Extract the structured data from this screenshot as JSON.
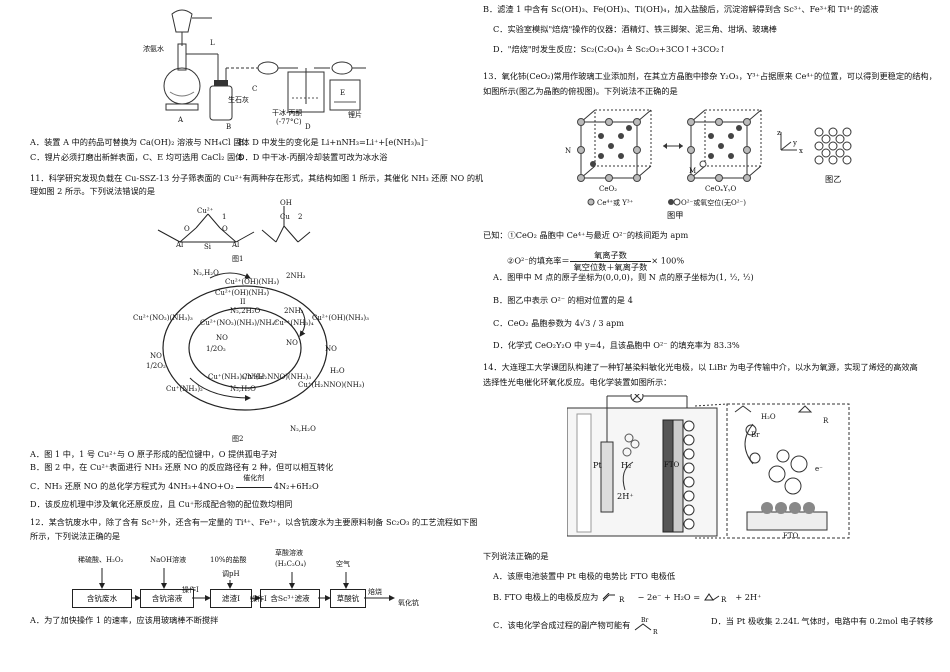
{
  "q10": {
    "fig_labels": {
      "conc_ammonia": "浓氨水",
      "L": "L",
      "A": "A",
      "B": "B",
      "C": "C",
      "D": "D",
      "E": "E",
      "soda_lime": "生石灰",
      "dry_ice": "干冰-丙酮",
      "temp": "(-77°C)",
      "li_foil": "锂片"
    },
    "opt_a": "A．装置 A 中的药品可替换为 Ca(OH)₂ 溶液与 NH₄Cl 固体",
    "opt_b": "B．D 中发生的变化是 Li+nNH₃=Li⁺+[e(NH₃)ₙ]⁻",
    "opt_c": "C．锂片必须打磨出新鲜表面，C、E 均可选用 CaCl₂ 固体",
    "opt_d": "D．D 中干冰-丙酮冷却装置可改为冰水浴"
  },
  "q11": {
    "stem1": "11．科学研究发现负载在 Cu-SSZ-13 分子筛表面的 Cu²⁺有两种存在形式，其结构如图 1 所示，其催化 NH₃ 还原 NO 的机",
    "stem2": "理如图 2 所示。下列说法错误的是",
    "fig1_caption": "图1",
    "fig2_caption": "图2",
    "fig1_labels": {
      "cu": "Cu²⁺",
      "o": "O",
      "o2": "O",
      "al": "Al",
      "si": "Si",
      "al2": "Al",
      "oh": "OH",
      "cu2": "Cu",
      "n1": "1",
      "n2": "2"
    },
    "cycle_labels": {
      "l1": "N₂,H₂O",
      "l2": "Cu²⁺(OH)(NH₃)",
      "l3": "2NH₃",
      "l4": "Cu²⁺(OH)(NH₃)",
      "l5": "II",
      "l6": "N₂,2H₂O",
      "l7": "2NH₃",
      "l8": "Cu²⁺(NO₂)(NH₃)₃",
      "l9": "Cu²⁺(NO₂)(NH₃)/NH₄⁺",
      "l10": "Cu²⁺(NH₃)₄",
      "l11": "Cu²⁺(OH)(NH₃)₃",
      "l12": "NO",
      "l13": "1/2O₂",
      "l14": "NO",
      "l15": "1/2O₂",
      "l16": "NO",
      "l17": "NO",
      "l18": "H₂O",
      "l19": "Cu⁺(NH₃)₂",
      "l20": "Cu⁺(NH₃)₂/NH₄⁺",
      "l21": "Cu⁺(H₂NNO)(NH₃)₃",
      "l22": "Cu⁺(H₂NNO)(NH₃)",
      "l23": "N₂,H₂O",
      "l24": "N₂,H₂O"
    },
    "opt_a": "A．图 1 中，1 号 Cu²⁺与 O 原子形成的配位键中，O 提供孤电子对",
    "opt_b": "B．图 2 中，在 Cu²⁺表面进行 NH₃ 还原 NO 的反应路径有 2 种，但可以相互转化",
    "opt_c_pre": "C．NH₃ 还原 NO 的总化学方程式为 4NH₃+4NO+O₂",
    "opt_c_cat": "催化剂",
    "opt_c_post": "4N₂+6H₂O",
    "opt_d": "D．该反应机理中涉及氧化还原反应，且 Cu⁺形成配合物的配位数均相同"
  },
  "q12": {
    "stem1": "12．某含钪废水中，除了含有 Sc³⁺外，还含有一定量的 Ti⁴⁺、Fe³⁺，以含钪废水为主要原料制备 Sc₂O₃ 的工艺流程如下图",
    "stem2": "所示，下列说法正确的是",
    "reagent1": "稀硫酸、H₂O₂",
    "reagent2": "NaOH溶液",
    "reagent3a": "10%的盐酸",
    "reagent3b": "调pH",
    "reagent4a": "草酸溶液",
    "reagent4b": "(H₂C₂O₄)",
    "reagent5": "空气",
    "box1": "含钪废水",
    "box2": "含钪溶液",
    "box3": "滤渣I",
    "box4": "含Sc³⁺滤液",
    "box5": "草酸钪",
    "product": "氧化钪",
    "op1": "操作I",
    "op2": "操作I",
    "op3": "焙烧",
    "opt_a": "A．为了加快操作 1 的速率，应该用玻璃棒不断搅拌",
    "opt_b": "B．滤渣 1 中含有 Sc(OH)₃、Fe(OH)₃、Ti(OH)₄，加入盐酸后，沉淀溶解得到含 Sc³⁺、Fe³⁺和 Ti⁴⁺的滤液",
    "opt_c": "C．实验室模拟\"焙烧\"操作的仪器：酒精灯、铁三脚架、泥三角、坩埚、玻璃棒",
    "opt_d": "D．\"焙烧\"时发生反应：Sc₂(C₂O₄)₃ ≜ Sc₂O₃+3CO↑+3CO₂↑"
  },
  "q13": {
    "stem1": "13．氧化铈(CeO₂)常用作玻璃工业添加剂，在其立方晶胞中掺杂 Y₂O₃，Y³⁺占据原来 Ce⁴⁺的位置，可以得到更稳定的结构，",
    "stem2": "如图所示(图乙为晶胞的俯视图)。下列说法不正确的是",
    "fig_a_caption": "图甲",
    "fig_b_caption": "图乙",
    "lbl_ceo2": "CeO₂",
    "lbl_ceoy": "CeOₓYᵧO",
    "lbl_n": "N",
    "lbl_m": "M",
    "axis_x": "x",
    "axis_y": "y",
    "axis_z": "z",
    "legend1": "Ce⁴⁺或 Y³⁺",
    "legend2": "O²⁻或氧空位(无O²⁻)",
    "known1": "已知：①CeO₂ 晶胞中 Ce⁴⁺与最近 O²⁻的核间距为 apm",
    "known2_pre": "②O²⁻的填充率＝",
    "known2_num": "氧离子数",
    "known2_den": "氧空位数＋氧离子数",
    "known2_post": "× 100%",
    "opt_a": "A．图甲中 M 点的原子坐标为(0,0,0)，则 N 点的原子坐标为(1, ½, ½)",
    "opt_b": "B．图乙中表示 O²⁻ 的相对位置的是 4",
    "opt_c_pre": "C．CeO₂ 晶胞参数为",
    "opt_c_frac": "4√3 / 3",
    "opt_c_post": "apm",
    "opt_d": "D．化学式 CeO₂Y₂O 中 y=4，且该晶胞中 O²⁻ 的填充率为 83.3%"
  },
  "q14": {
    "stem1": "14．大连理工大学课团队构建了一种钌基染料敏化光电极，以 LiBr 为电子传输中介，以水为氧源，实现了烯烃的高效高",
    "stem2": "选择性光电催化环氧化反应。电化学装置如图所示：",
    "lbl_pt": "Pt",
    "lbl_h2": "H₂",
    "lbl_2h": "2H⁺",
    "lbl_fto": "FTO",
    "lbl_fto2": "FTO",
    "lbl_h2o": "H₂O",
    "lbl_r": "R",
    "lbl_br": "Br",
    "lbl_e": "e⁻",
    "question": "下列说法正确的是",
    "opt_a": "A．该原电池装置中 Pt 电极的电势比 FTO 电极低",
    "opt_b": "B. FTO 电极上的电极反应为",
    "opt_b2": "− 2e⁻ + H₂O =",
    "opt_b3": "+ 2H⁺",
    "opt_c": "C．该电化学合成过程的副产物可能有",
    "opt_d": "D．当 Pt 极收集 2.24L 气体时，电路中有 0.2mol 电子转移"
  }
}
